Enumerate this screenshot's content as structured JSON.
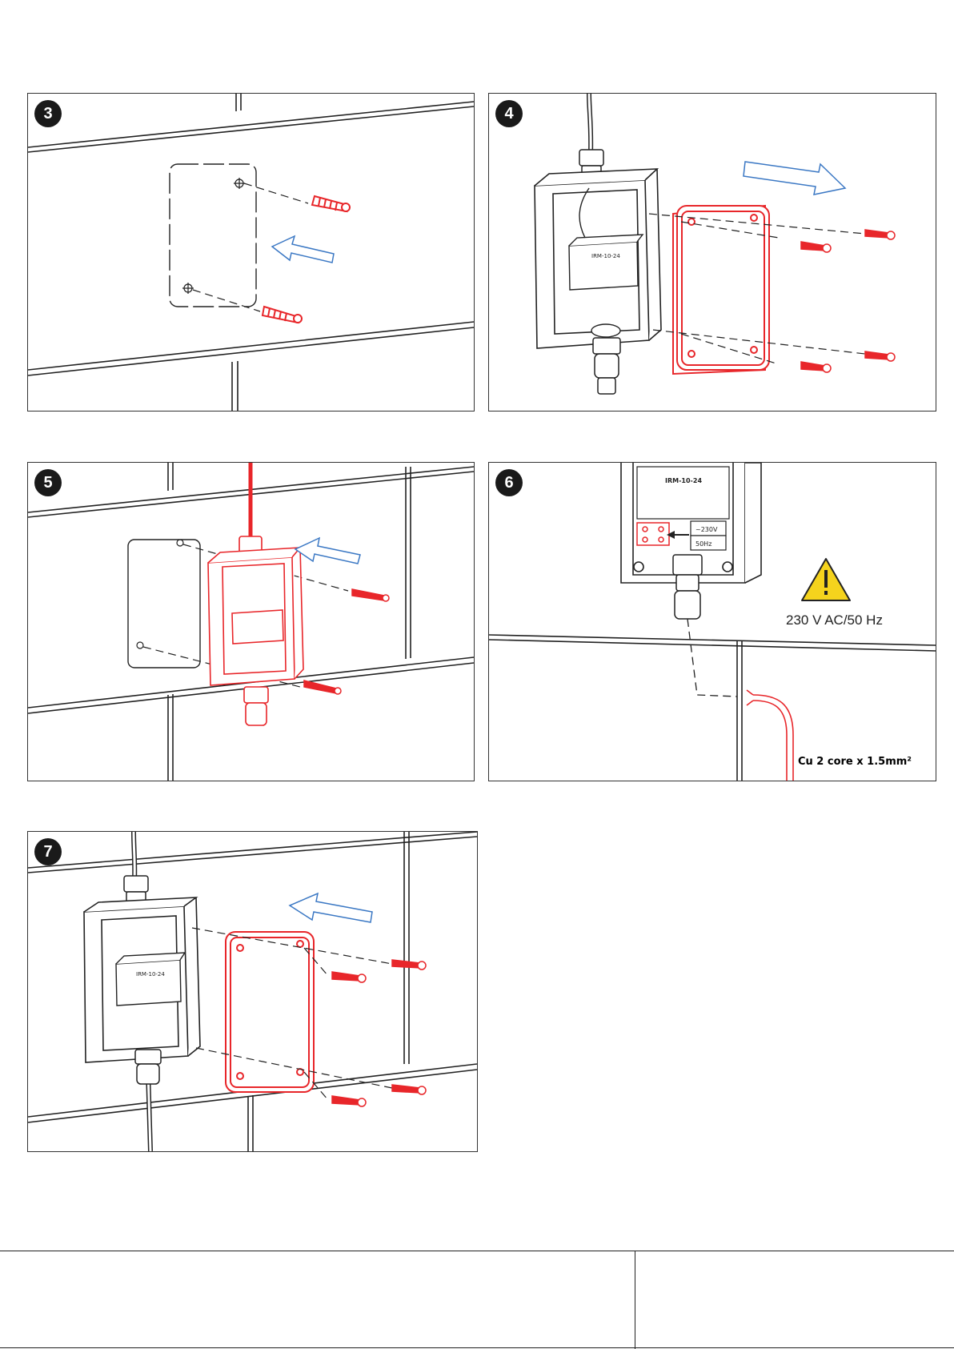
{
  "steps": [
    {
      "number": "3"
    },
    {
      "number": "4"
    },
    {
      "number": "5"
    },
    {
      "number": "6",
      "warning_text": "230 V AC/50 Hz",
      "cable_text": "Cu 2 core x 1.5mm²",
      "terminal_labels": [
        "~230V",
        "50Hz"
      ]
    },
    {
      "number": "7"
    }
  ],
  "device_label": "IRM-10-24",
  "colors": {
    "part_highlight": "#e8262a",
    "arrow": "#3b78c4",
    "warning": "#f5d31d",
    "line": "#222222"
  }
}
